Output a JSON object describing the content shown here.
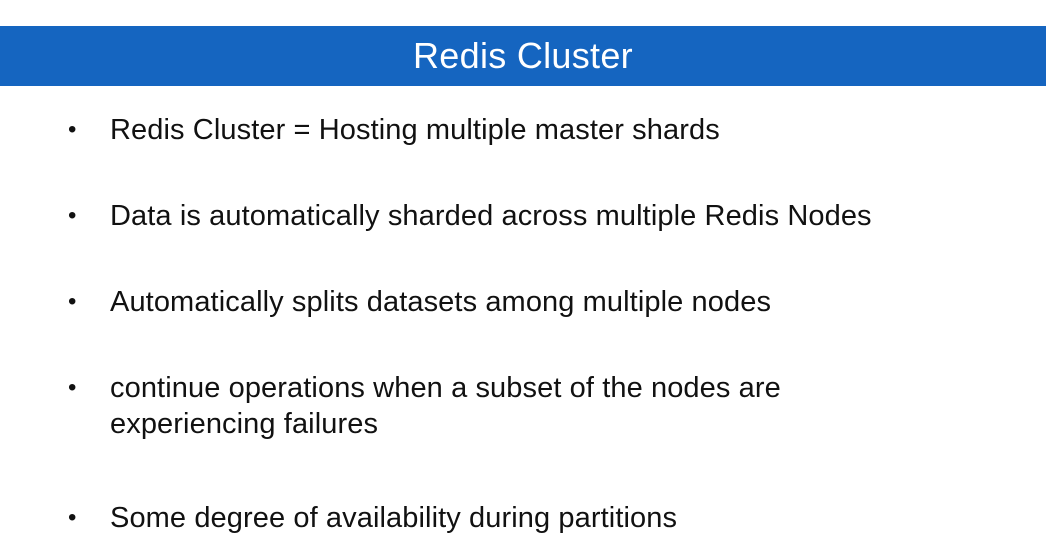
{
  "slide": {
    "title": "Redis Cluster",
    "colors": {
      "title_bar": "#1565c0",
      "title_text": "#ffffff",
      "body_text": "#111111",
      "background": "#ffffff"
    },
    "bullet_symbol": "•",
    "bullets": [
      "Redis Cluster = Hosting multiple master shards",
      "Data is automatically sharded across multiple Redis Nodes",
      "Automatically splits datasets among multiple nodes",
      "continue operations when a subset of the nodes are experiencing failures",
      "Some degree of availability during partitions"
    ]
  }
}
